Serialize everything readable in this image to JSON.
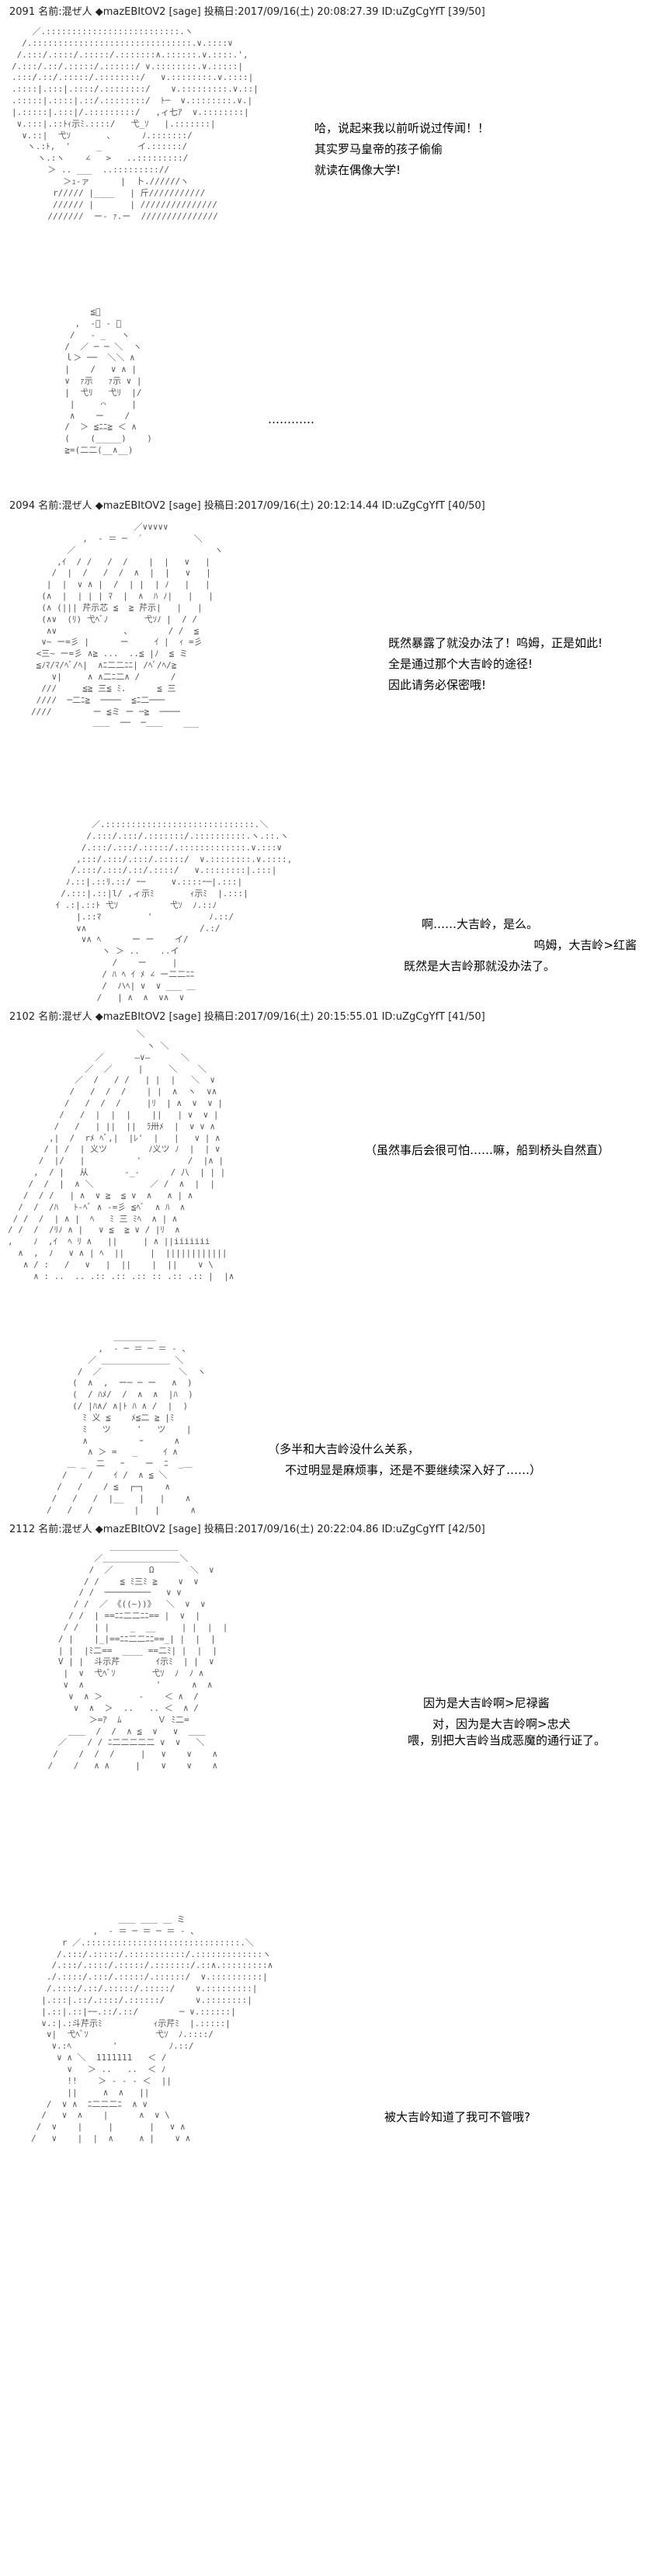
{
  "posts": [
    {
      "header": "2091 名前:混ぜ人 ◆mazEBItOV2 [sage] 投稿日:2017/09/16(土) 20:08:27.39 ID:uZgCgYfT [39/50]",
      "lines": [
        "哈，说起来我以前听说过传闻！！",
        "其实罗马皇帝的孩子偷偷",
        "就读在偶像大学!"
      ]
    },
    {
      "lines": [
        "…………"
      ]
    },
    {
      "header": "2094 名前:混ぜ人 ◆mazEBItOV2 [sage] 投稿日:2017/09/16(土) 20:12:14.44 ID:uZgCgYfT [40/50]",
      "lines": [
        "既然暴露了就没办法了！呜姆，正是如此!",
        "全是通过那个大吉岭的途径!",
        "因此请务必保密哦!"
      ]
    },
    {
      "lines": [
        "啊……大吉岭，是么。",
        "呜姆，大吉岭>红酱",
        "既然是大吉岭那就没办法了。"
      ]
    },
    {
      "header": "2102 名前:混ぜ人 ◆mazEBItOV2 [sage] 投稿日:2017/09/16(土) 20:15:55.01 ID:uZgCgYfT [41/50]",
      "lines": [
        "（虽然事后会很可怕……嘛，船到桥头自然直）"
      ]
    },
    {
      "lines": [
        "（多半和大吉岭没什么关系，",
        "不过明显是麻烦事，还是不要继续深入好了……）"
      ]
    },
    {
      "header": "2112 名前:混ぜ人 ◆mazEBItOV2 [sage] 投稿日:2017/09/16(土) 20:22:04.86 ID:uZgCgYfT [42/50]",
      "lines": [
        "因为是大吉岭啊>尼禄酱",
        "对，因为是大吉岭啊>忠犬",
        "",
        "喂，别把大吉岭当成恶魔的通行证了。"
      ]
    },
    {
      "lines": [
        "被大吉岭知道了我可不管哦?"
      ]
    }
  ]
}
